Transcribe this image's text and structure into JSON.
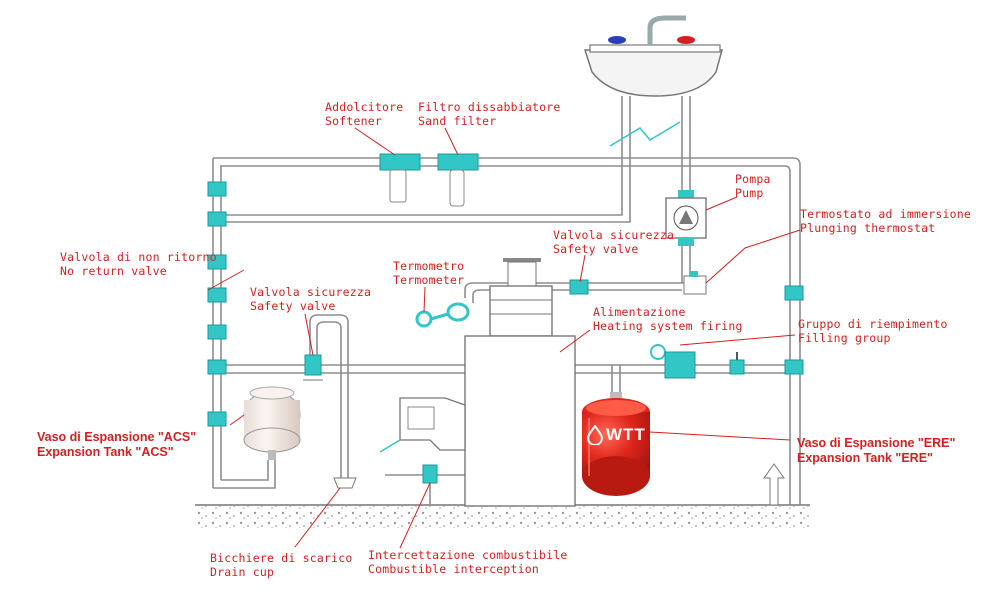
{
  "colors": {
    "label": "#d42020",
    "pipe": "#9a9a9a",
    "fitting": "#33c6c6",
    "tank_red": "#e0261c",
    "tank_white": "#f3e8e2",
    "ground": "#cfcfcf"
  },
  "labels": {
    "softener": [
      "Addolcitore",
      "Softener"
    ],
    "sand_filter": [
      "Filtro dissabbiatore",
      "Sand filter"
    ],
    "pump": [
      "Pompa",
      "Pump"
    ],
    "thermostat": [
      "Termostato ad immersione",
      "Plunging thermostat"
    ],
    "safety_valve_top": [
      "Valvola sicurezza",
      "Safety valve"
    ],
    "thermometer": [
      "Termometro",
      "Termometer"
    ],
    "no_return_valve": [
      "Valvola di non ritorno",
      "No return valve"
    ],
    "safety_valve_left": [
      "Valvola sicurezza",
      "Safety valve"
    ],
    "heating_firing": [
      "Alimentazione",
      "Heating system firing"
    ],
    "filling_group": [
      "Gruppo di riempimento",
      "Filling group"
    ],
    "tank_acs": [
      "Vaso di Espansione \"ACS\"",
      "Expansion Tank \"ACS\""
    ],
    "tank_ere": [
      "Vaso di Espansione \"ERE\"",
      "Expansion Tank \"ERE\""
    ],
    "drain_cup": [
      "Bicchiere di scarico",
      "Drain cup"
    ],
    "combustible": [
      "Intercettazione combustibile",
      "Combustible interception"
    ]
  },
  "logo": {
    "text": "WTT",
    "icon": "water-drop-icon"
  }
}
